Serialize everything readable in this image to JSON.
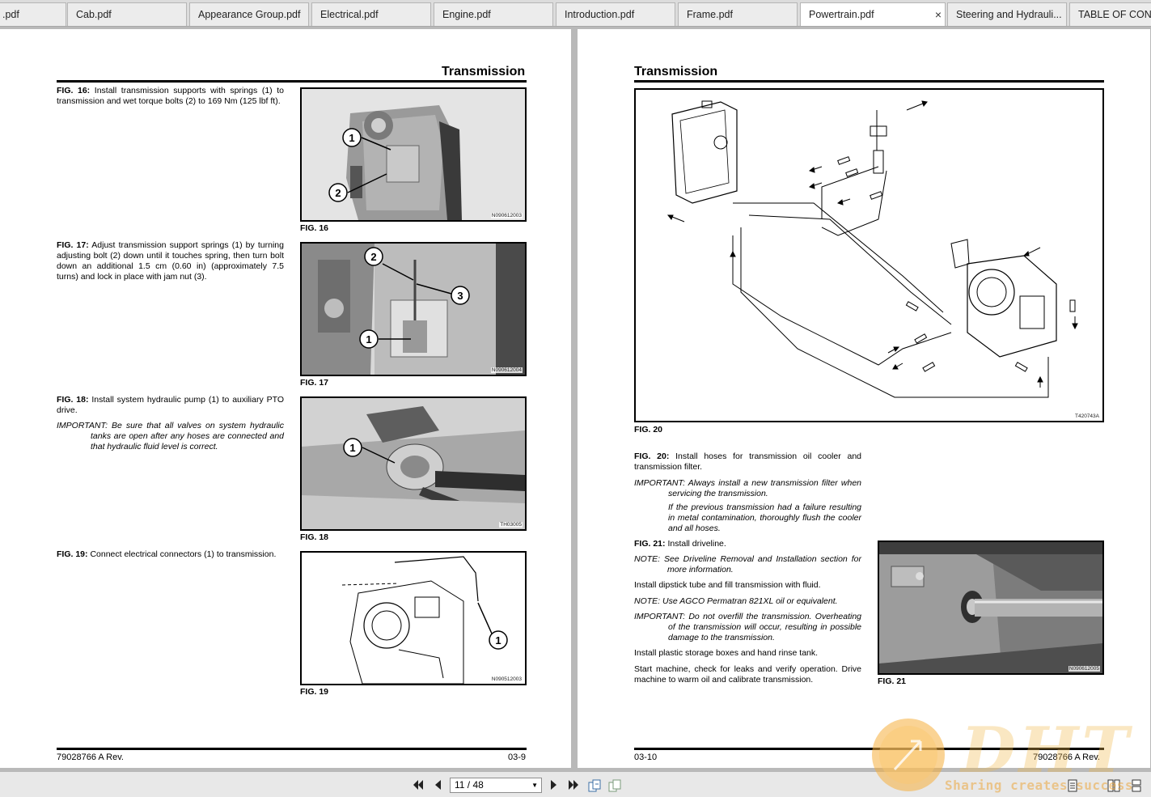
{
  "tabs": [
    {
      "label": ".pdf",
      "active": false
    },
    {
      "label": "Cab.pdf",
      "active": false
    },
    {
      "label": "Appearance Group.pdf",
      "active": false
    },
    {
      "label": "Electrical.pdf",
      "active": false
    },
    {
      "label": "Engine.pdf",
      "active": false
    },
    {
      "label": "Introduction.pdf",
      "active": false
    },
    {
      "label": "Frame.pdf",
      "active": false
    },
    {
      "label": "Powertrain.pdf",
      "active": true
    },
    {
      "label": "Steering and Hydrauli...",
      "active": false
    },
    {
      "label": "TABLE OF CONT",
      "active": false
    }
  ],
  "tab_close_label": "×",
  "left_page": {
    "title": "Transmission",
    "fig16": {
      "label": "FIG. 16:",
      "text": "Install transmission supports with springs (1) to transmission and wet torque bolts (2) to 169 Nm (125 lbf ft).",
      "caption": "FIG. 16",
      "code": "N090612003",
      "callouts": [
        "1",
        "2"
      ]
    },
    "fig17": {
      "label": "FIG. 17:",
      "text": "Adjust transmission support springs (1) by turning adjusting bolt (2) down until it touches spring, then turn bolt down an additional 1.5 cm (0.60 in) (approximately 7.5 turns) and lock in place with jam nut (3).",
      "caption": "FIG. 17",
      "code": "N090612004",
      "callouts": [
        "2",
        "3",
        "1"
      ]
    },
    "fig18": {
      "label": "FIG. 18:",
      "text": "Install system hydraulic pump (1) to auxiliary PTO drive.",
      "important": "IMPORTANT: Be sure that all valves on system hydraulic tanks are open after any hoses are connected and that hydraulic fluid level is correct.",
      "caption": "FIG. 18",
      "code": "TH03005",
      "callouts": [
        "1"
      ]
    },
    "fig19": {
      "label": "FIG. 19:",
      "text": "Connect electrical connectors (1) to transmission.",
      "caption": "FIG. 19",
      "code": "N090512003",
      "callouts": [
        "1"
      ]
    },
    "footer_left": "79028766 A Rev.",
    "footer_right": "03-9"
  },
  "right_page": {
    "title": "Transmission",
    "fig20": {
      "caption": "FIG. 20",
      "code": "T420743A",
      "label": "FIG. 20:",
      "text": "Install hoses for transmission oil cooler and transmission filter.",
      "important1": "IMPORTANT: Always install a new transmission filter when servicing the transmission.",
      "important2": "If the previous transmission had a failure resulting in metal contamination, thoroughly flush the cooler and all hoses."
    },
    "fig21": {
      "label": "FIG. 21:",
      "text": "Install driveline.",
      "note1": "NOTE: See Driveline Removal and Installation section for more information.",
      "line1": "Install dipstick tube and fill transmission with fluid.",
      "note2": "NOTE: Use AGCO Permatran 821XL oil or equivalent.",
      "important3": "IMPORTANT: Do not overfill the transmission. Overheating of the transmission will occur, resulting in possible damage to the transmission.",
      "line2": "Install plastic storage boxes and hand rinse tank.",
      "line3": "Start machine, check for leaks and verify operation. Drive machine to warm oil and calibrate transmission.",
      "caption": "FIG. 21",
      "code": "N090612005"
    },
    "footer_left": "03-10",
    "footer_right": "79028766 A Rev."
  },
  "toolbar": {
    "page_value": "11 / 48",
    "icons": [
      "first-page-icon",
      "prev-page-icon",
      "next-page-icon",
      "last-page-icon",
      "rotate-page-icon",
      "fit-page-icon",
      "single-page-view-icon",
      "two-page-view-icon",
      "continuous-view-icon"
    ]
  },
  "watermark": {
    "logo": "DHT",
    "tagline": "Sharing creates success"
  }
}
